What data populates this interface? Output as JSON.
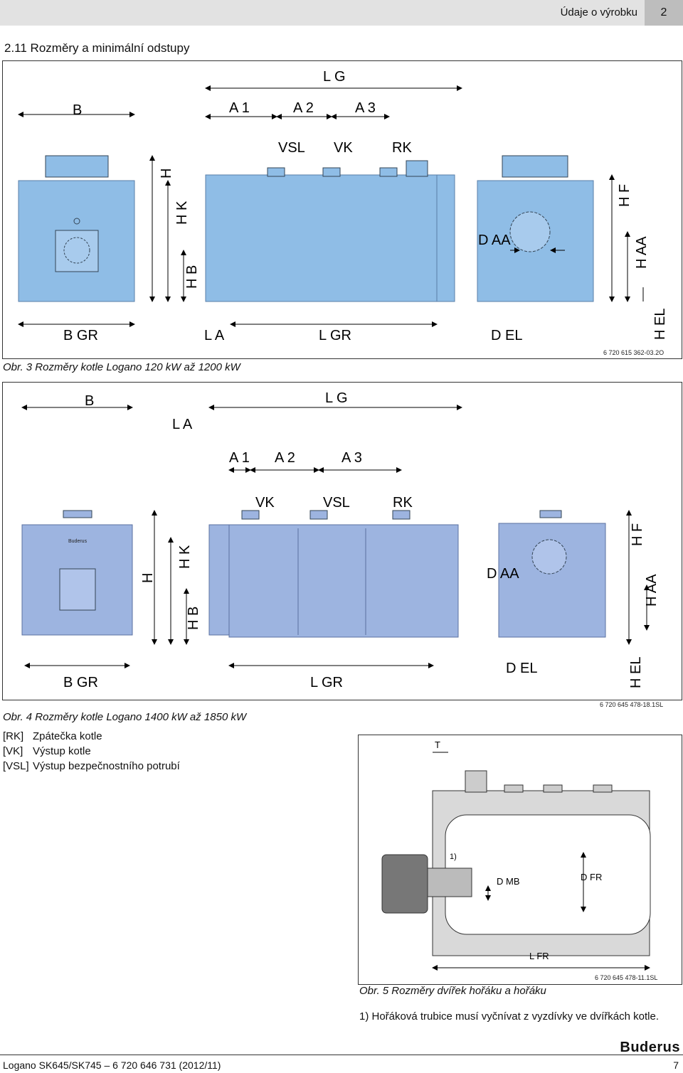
{
  "header": {
    "title": "Údaje o výrobku",
    "chapter": "2"
  },
  "section_title": "2.11   Rozměry a minimální odstupy",
  "figure3": {
    "caption": "Obr. 3   Rozměry kotle Logano 120 kW až 1200 kW",
    "code": "6 720 615 362-03.2O",
    "labels": {
      "B": "B",
      "A1": "A 1",
      "A2": "A 2",
      "A3": "A 3",
      "LG": "L G",
      "VSL": "VSL",
      "VK": "VK",
      "RK": "RK",
      "H": "H",
      "HK": "H K",
      "HB": "H B",
      "BGR": "B GR",
      "LA": "L A",
      "LGR": "L GR",
      "DAA": "D AA",
      "DEL": "D EL",
      "HF": "H F",
      "HAA": "H AA",
      "HEL": "H EL"
    }
  },
  "figure4": {
    "caption": "Obr. 4   Rozměry kotle Logano 1400 kW až 1850 kW",
    "code": "6 720 645 478-18.1SL",
    "brand": "Buderus",
    "labels": {
      "B": "B",
      "LA": "L A",
      "LG": "L G",
      "A1": "A 1",
      "A2": "A 2",
      "A3": "A 3",
      "VK": "VK",
      "VSL": "VSL",
      "RK": "RK",
      "H": "H",
      "HK": "H K",
      "HB": "H B",
      "BGR": "B GR",
      "LGR": "L GR",
      "DAA": "D AA",
      "DEL": "D EL",
      "HF": "H F",
      "HAA": "H AA",
      "HEL": "H EL"
    }
  },
  "legend": [
    {
      "key": "[RK]",
      "text": "Zpátečka kotle"
    },
    {
      "key": "[VK]",
      "text": "Výstup kotle"
    },
    {
      "key": "[VSL]",
      "text": "Výstup bezpečnostního potrubí"
    }
  ],
  "figure5": {
    "caption": "Obr. 5   Rozměry dvířek hořáku a hořáku",
    "code": "6 720 645 478-11.1SL",
    "labels": {
      "T": "T",
      "one": "1)",
      "DMB": "D MB",
      "DFR": "D FR",
      "LFR": "L FR"
    }
  },
  "note": "1)  Hořáková trubice musí vyčnívat z vyzdívky ve dvířkách kotle.",
  "footer": {
    "left": "Logano SK645/SK745 – 6 720 646 731 (2012/11)",
    "page": "7",
    "brand": "Buderus"
  },
  "colors": {
    "boiler_light": "#8fbde6",
    "boiler_dark": "#9db4e0",
    "header_bar": "#e2e2e2"
  }
}
